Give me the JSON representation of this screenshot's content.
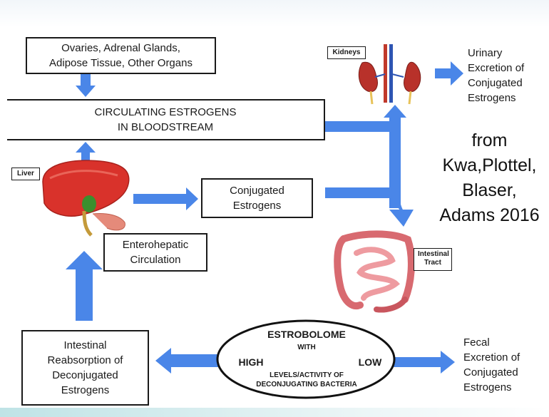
{
  "boxes": {
    "sources": "Ovaries, Adrenal Glands,\nAdipose Tissue, Other Organs",
    "circulating": "CIRCULATING ESTROGENS\nIN BLOODSTREAM",
    "conjugated": "Conjugated\nEstrogens",
    "enterohepatic": "Enterohepatic\nCirculation",
    "reabsorption": "Intestinal\nReabsorption of\nDeconjugated\nEstrogens"
  },
  "tags": {
    "liver": "Liver",
    "kidneys": "Kidneys",
    "intestinal_tract": "Intestinal\nTract"
  },
  "outputs": {
    "urinary": "Urinary\nExcretion of\nConjugated\nEstrogens",
    "fecal": "Fecal\nExcretion of\nConjugated\nEstrogens"
  },
  "estrobolome": {
    "title": "ESTROBOLOME",
    "with": "WITH",
    "high": "HIGH",
    "low": "LOW",
    "levels": "LEVELS/ACTIVITY OF\nDECONJUGATING BACTERIA"
  },
  "citation": "from\nKwa,Plottel,\nBlaser,\nAdams 2016",
  "colors": {
    "arrow": "#4a86e8",
    "liver": "#d9322b",
    "kidney": "#c0392b",
    "intestine": "#e27d84",
    "gallbladder": "#3a8f2e"
  }
}
